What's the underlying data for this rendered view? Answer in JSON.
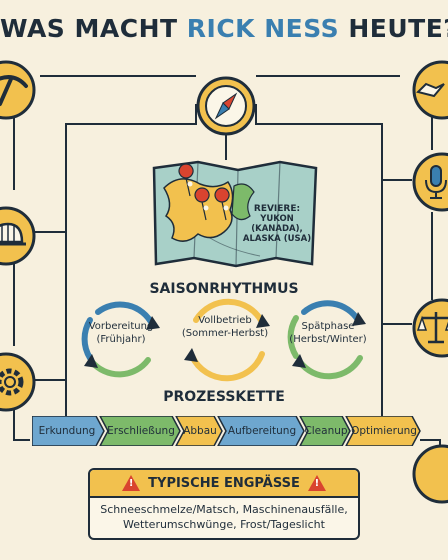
{
  "title": {
    "part1": "WAS MACHT ",
    "highlight": "RICK NESS",
    "part2": " HEUTE?"
  },
  "map": {
    "region_label": "REVIERE:",
    "region_lines": [
      "YUKON",
      "(KANADA),",
      "ALASKA (USA)"
    ]
  },
  "saison": {
    "title": "SAISONRHYTHMUS",
    "phases": [
      {
        "label": "Vorbereitung",
        "sub": "(Frühjahr)"
      },
      {
        "label": "Vollbetrieb",
        "sub": "(Sommer-Herbst)"
      },
      {
        "label": "Spätphase",
        "sub": "(Herbst/Winter)"
      }
    ]
  },
  "prozess": {
    "title": "PROZESSKETTE",
    "steps": [
      "Erkundung",
      "Erschließung",
      "Abbau",
      "Aufbereitung",
      "Cleanup",
      "Optimierung"
    ]
  },
  "engpaesse": {
    "title": "TYPISCHE ENGPÄSSE",
    "lines": [
      "Schneeschmelze/Matsch, Maschinenausfälle,",
      "Wetterumschwünge, Frost/Tageslicht"
    ]
  },
  "icons": [
    "pickaxe-icon",
    "hardhat-icon",
    "gear-icon",
    "compass-icon",
    "handshake-icon",
    "microphone-icon",
    "scales-icon",
    "map-icon"
  ],
  "colors": {
    "navy": "#1f2d3a",
    "blue": "#3a7fb0",
    "yellow": "#f2c14e",
    "green": "#7dba6a",
    "red": "#d9442f",
    "bg": "#f7f0de"
  }
}
